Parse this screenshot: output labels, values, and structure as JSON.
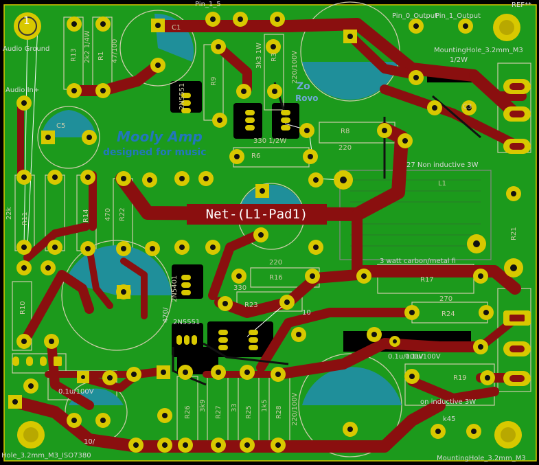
{
  "board": {
    "colors": {
      "background": "#000000",
      "copper_fill": "#1c9a1c",
      "track": "#8a0f0f",
      "pad": "#d8c800",
      "silkscreen": "#d8d8d8",
      "courtyard": "#ccccaa",
      "cap_fill": "#1f8f9a",
      "brand_text": "#2277bb"
    }
  },
  "highlight": {
    "net_label": "Net-(L1-Pad1)"
  },
  "branding": {
    "title": "Mooly Amp",
    "tagline": "designed for music"
  },
  "marker": {
    "pin_one": "1"
  },
  "labels": {
    "audio_ground": "Audio Ground",
    "audio_in": "Audio In+",
    "pin_out": "Pin_0_Output",
    "pin_1_out": "Pin_1_Output",
    "pin_top": "Pin_1_5",
    "ref_top": "REF**",
    "mount_top_right": "MountingHole_3.2mm_M3",
    "mount_bottom_right": "MountingHole_3.2mm_M3",
    "mount_bottom_left": "Hole_3.2mm_M3_ISO7380",
    "r13": "R13",
    "r1": "R1",
    "r13_val": "2k2 1/4W",
    "r1_val": "47/100",
    "r9": "R9",
    "r3": "R3",
    "r3_val": "3k3 1W",
    "c2_val": "220/100V",
    "zo": "Zo",
    "rovo": "Rovo",
    "r8": "R8",
    "r8_val": "220",
    "r6": "R6",
    "r6_val": "330 1/2W",
    "non_inductive_top": "27 Non inductive 3W",
    "r21": "R21",
    "l1": "L1",
    "r11": "R11",
    "r11_val": "22k",
    "r14": "R14",
    "r22": "R22",
    "r22_val": "470",
    "r17": "R17",
    "r17_note": "3 watt carbon/metal fi",
    "r16": "R16",
    "r16_val": "220",
    "r23": "R23",
    "r23_val": "330",
    "r24": "R24",
    "r24_val": "270",
    "r10": "R10",
    "c12_val": "0.1u/100V",
    "c12b_val": "0.1u/100V",
    "q_label_1": "2N5551",
    "q_label_2": "2N5401",
    "q_label_3": "2N5551",
    "r26": "R26",
    "r27": "R27",
    "r25": "R25",
    "r25_val": "1k5",
    "r26_val": "3k9",
    "r27_val": "33",
    "r28": "R28",
    "c4_val": "220/100V",
    "non_inductive_bottom": "on inductive 3W",
    "r19": "R19",
    "c9_val": "10/",
    "k45": "k45",
    "cap_470": "470/",
    "val_10": "10",
    "val_1_2w": "1/2W",
    "val_01uf": "0.1u/100V",
    "c5": "C5",
    "c1": "C1",
    "c3": "C3"
  }
}
